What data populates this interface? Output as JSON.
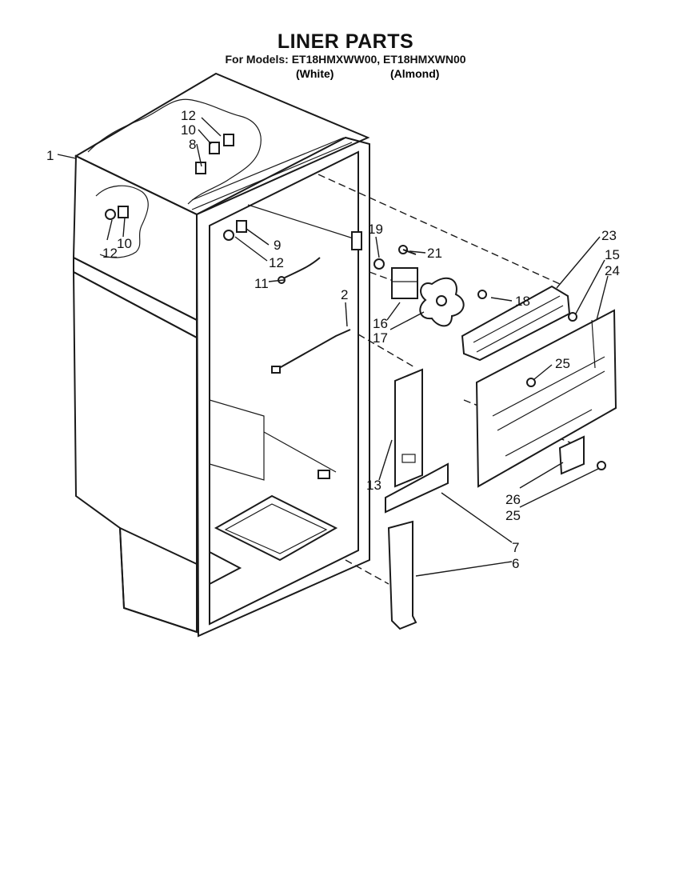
{
  "title": "LINER PARTS",
  "models_line": "For Models: ET18HMXWW00, ET18HMXWN00",
  "variants": [
    "(White)",
    "(Almond)"
  ],
  "callouts": {
    "c1": "1",
    "c12a": "12",
    "c10a": "10",
    "c8": "8",
    "c10b": "10",
    "c12b": "12",
    "c9": "9",
    "c12c": "12",
    "c11": "11",
    "c2": "2",
    "c19": "19",
    "c21": "21",
    "c16": "16",
    "c17": "17",
    "c18": "18",
    "c23": "23",
    "c15": "15",
    "c24": "24",
    "c25a": "25",
    "c13": "13",
    "c26": "26",
    "c25b": "25",
    "c7": "7",
    "c6": "6"
  }
}
